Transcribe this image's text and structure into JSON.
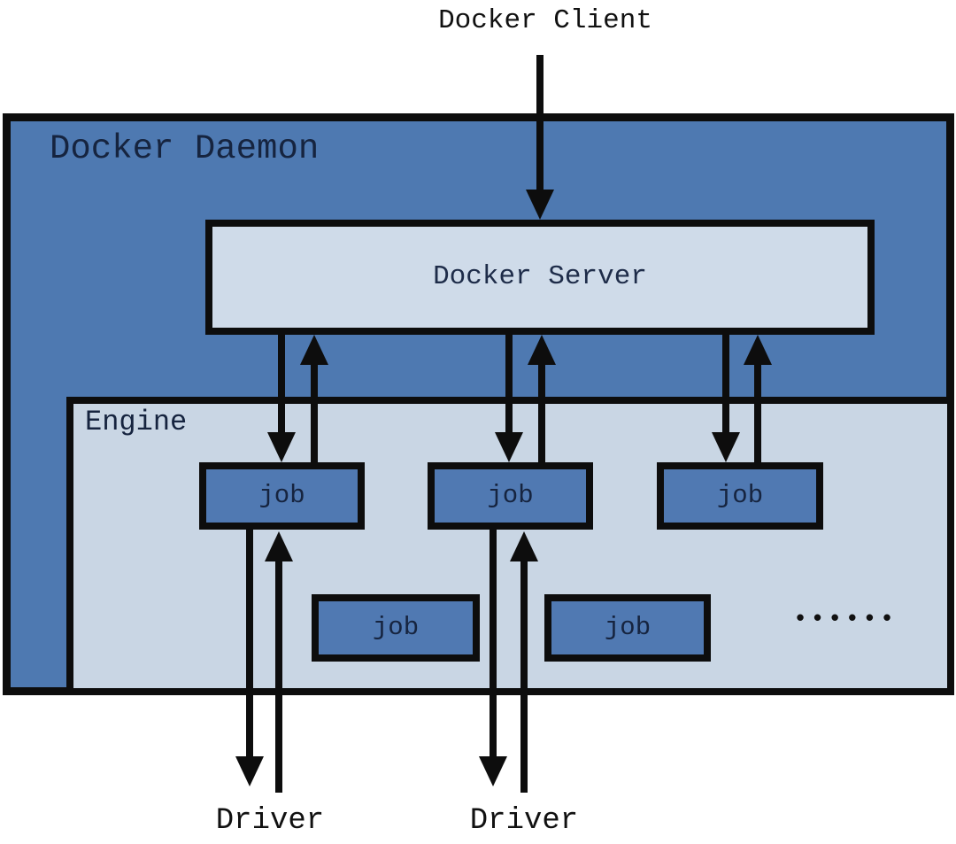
{
  "diagram": {
    "client_label": "Docker Client",
    "daemon_label": "Docker Daemon",
    "server_label": "Docker Server",
    "engine_label": "Engine",
    "jobs_top": [
      "job",
      "job",
      "job"
    ],
    "jobs_bottom": [
      "job",
      "job"
    ],
    "more_jobs_ellipsis": "••••••",
    "driver_labels": [
      "Driver",
      "Driver"
    ]
  },
  "colors": {
    "daemon-fill": "#4e79b1",
    "engine-fill": "#c9d6e4",
    "server-fill": "#cfdbe9",
    "job-fill": "#5079b2",
    "outline": "#0d0d0d",
    "dark-label": "#16243f",
    "black-label": "#111111"
  }
}
